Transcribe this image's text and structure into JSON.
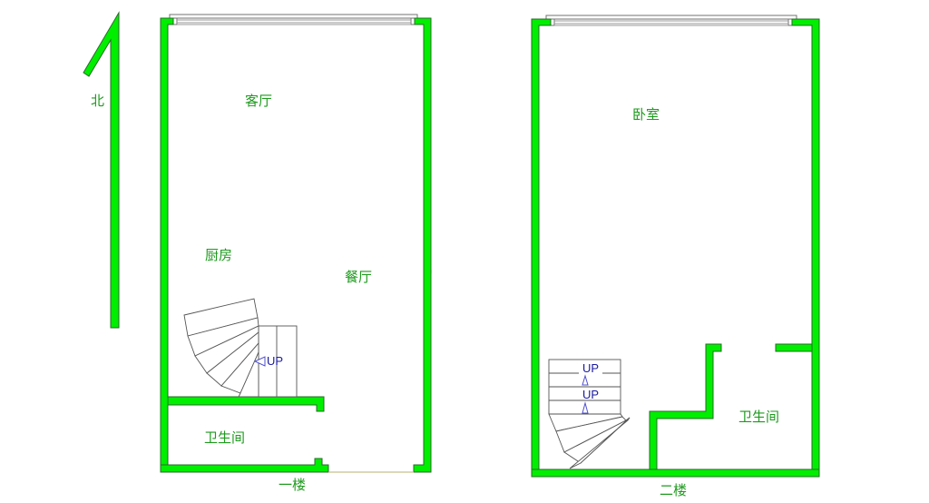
{
  "compass": {
    "label": "北"
  },
  "floor1": {
    "title": "一楼",
    "rooms": {
      "living_room": "客厅",
      "kitchen": "厨房",
      "dining_room": "餐厅",
      "bathroom": "卫生间"
    },
    "stair_label": "UP"
  },
  "floor2": {
    "title": "二楼",
    "rooms": {
      "bedroom": "卧室",
      "bathroom": "卫生间"
    },
    "stair_labels": [
      "UP",
      "UP"
    ]
  },
  "colors": {
    "wall": "#00ee00",
    "wall_outline": "#2a6a2a",
    "label": "#1e9a1e",
    "up_text": "#1a1aa0"
  }
}
